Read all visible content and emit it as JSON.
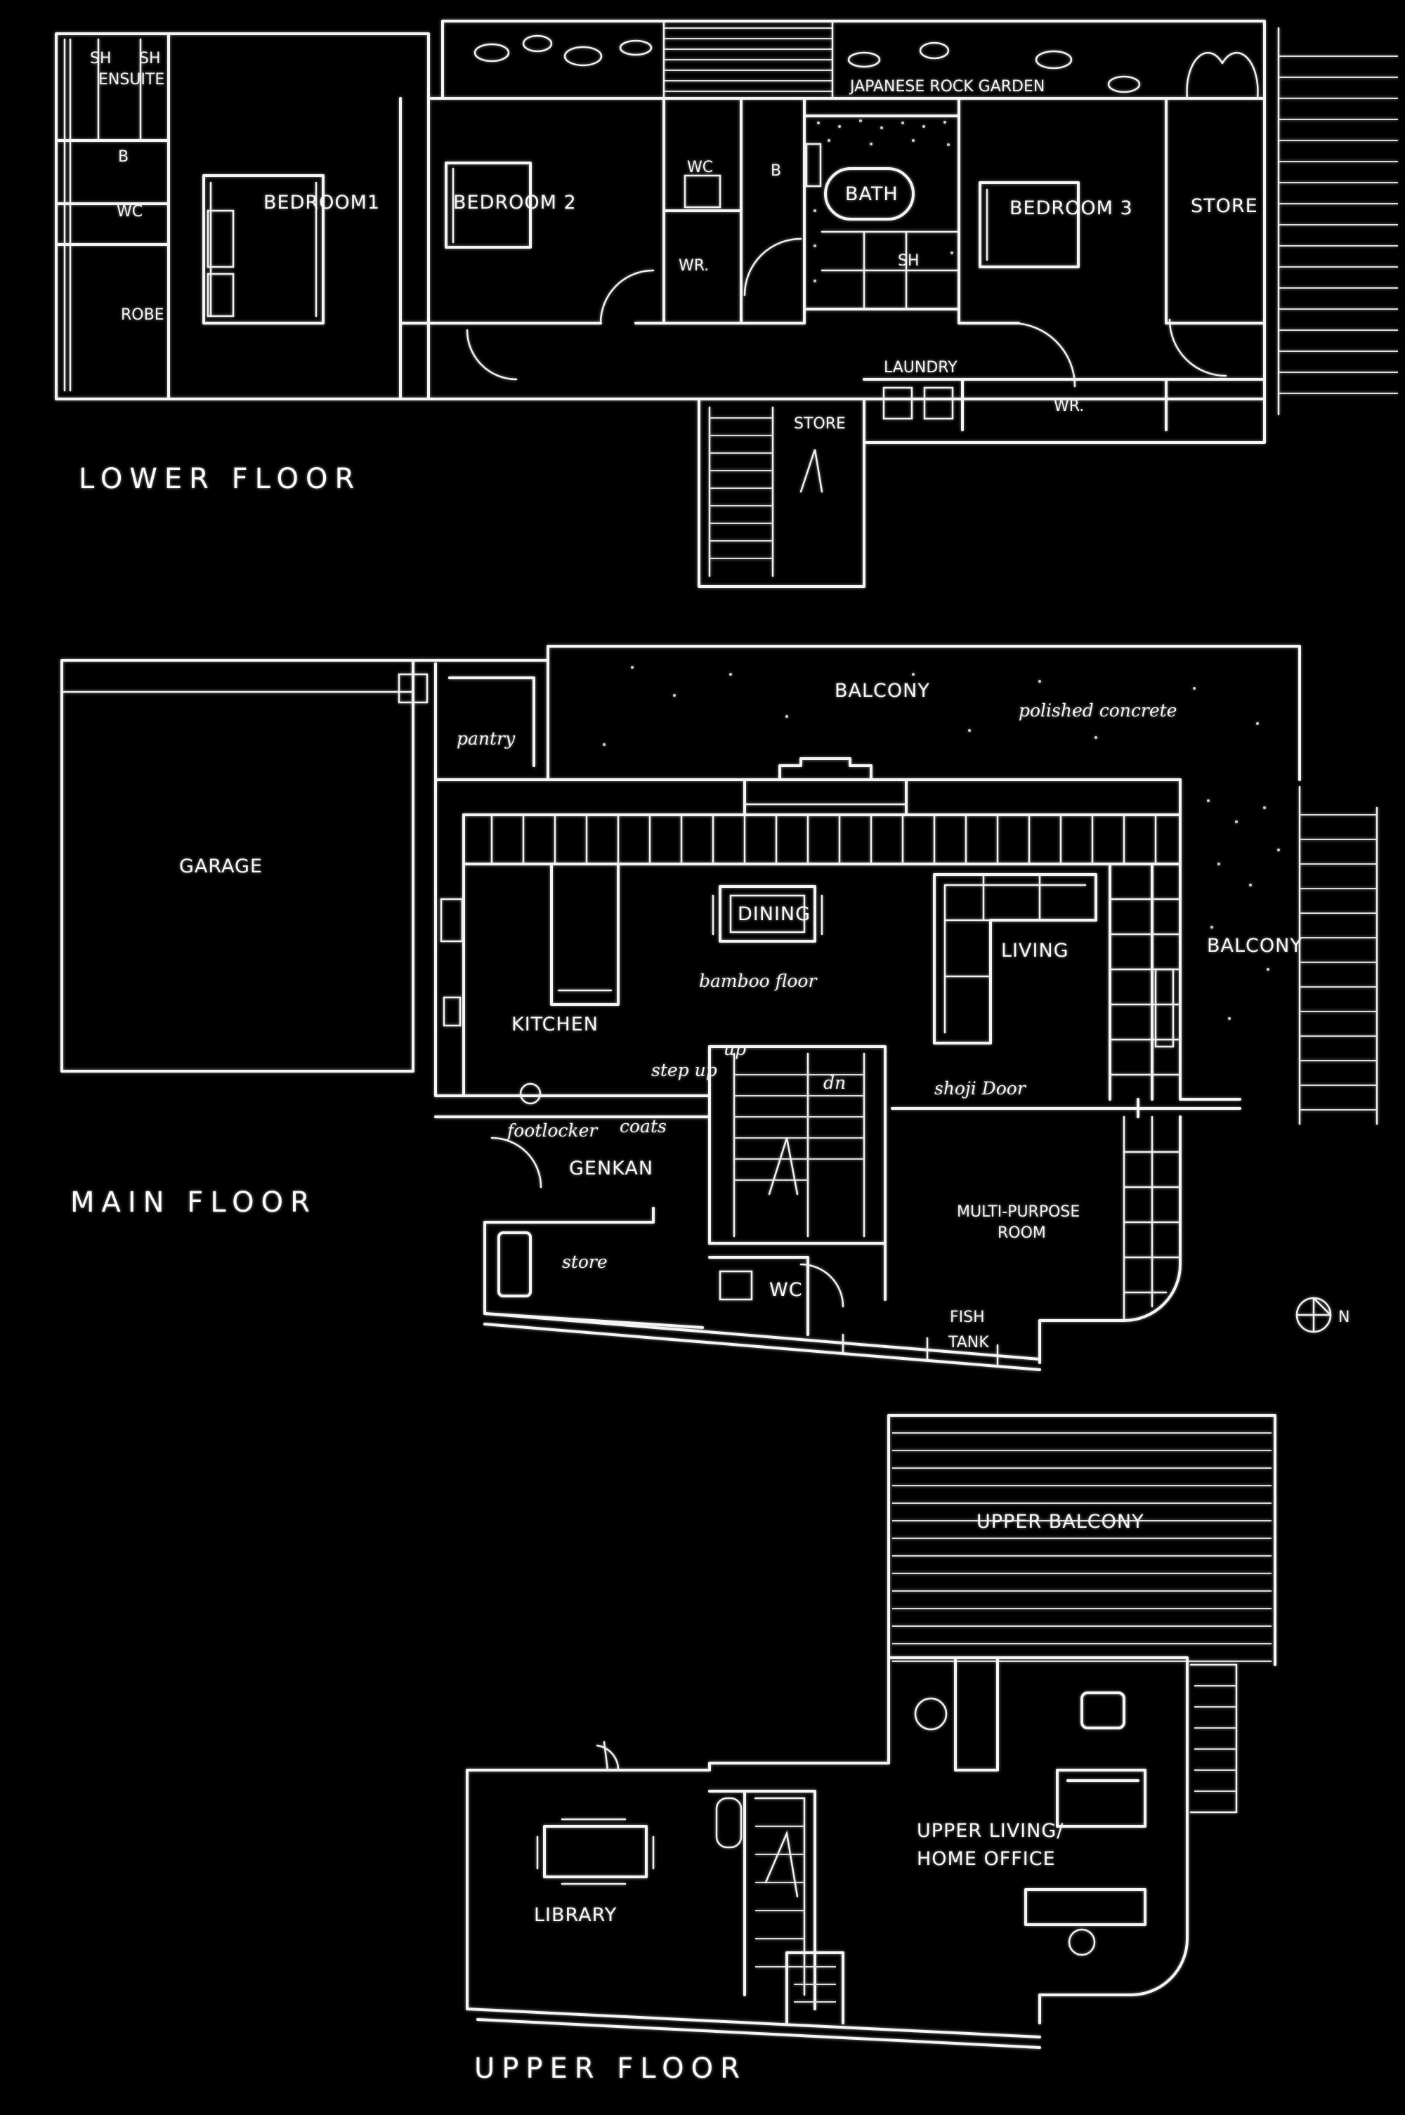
{
  "floors": {
    "lower": {
      "title": "LOWER FLOOR",
      "rooms": {
        "sh_ensuite": "SH",
        "sh_ensuite_b": "SH",
        "ensuite": "ENSUITE",
        "b_ensuite": "B",
        "wc_ensuite": "WC",
        "robe": "ROBE",
        "bedroom1": "BEDROOM1",
        "bedroom2": "BEDROOM 2",
        "wc": "WC",
        "wr1": "WR.",
        "b_bath": "B",
        "bath": "BATH",
        "sh_bath": "SH",
        "bedroom3": "BEDROOM 3",
        "store": "STORE",
        "japanese_rock_garden": "JAPANESE ROCK GARDEN",
        "laundry": "LAUNDRY",
        "store_stair": "STORE",
        "wr2": "WR."
      }
    },
    "main": {
      "title": "MAIN FLOOR",
      "rooms": {
        "balcony_top": "BALCONY",
        "polished_concrete": "polished concrete",
        "pantry": "pantry",
        "garage": "GARAGE",
        "dining": "DINING",
        "bamboo_floor": "bamboo floor",
        "living": "LIVING",
        "balcony_side": "BALCONY",
        "kitchen": "KITCHEN",
        "step_up": "step up",
        "up": "up",
        "dn": "dn",
        "shoji_door": "shoji Door",
        "footlocker": "footlocker",
        "coats": "coats",
        "genkan": "GENKAN",
        "multi_purpose_1": "MULTI-PURPOSE",
        "multi_purpose_2": "ROOM",
        "store": "store",
        "wc": "WC",
        "fish_tank_1": "FISH",
        "fish_tank_2": "TANK"
      }
    },
    "upper": {
      "title": "UPPER FLOOR",
      "rooms": {
        "upper_balcony": "UPPER BALCONY",
        "upper_living_1": "UPPER LIVING/",
        "upper_living_2": "HOME OFFICE",
        "library": "LIBRARY"
      }
    }
  },
  "north_arrow": {
    "label": "N"
  }
}
